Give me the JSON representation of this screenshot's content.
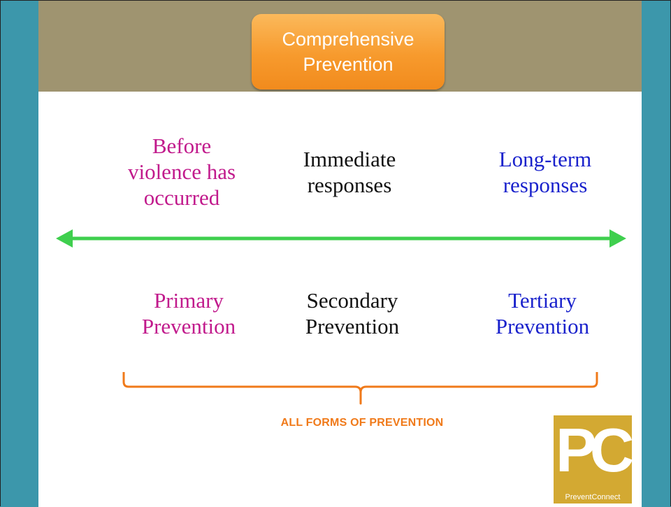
{
  "header": {
    "title_line1": "Comprehensive",
    "title_line2": "Prevention"
  },
  "timing": {
    "before": [
      "Before",
      "violence has",
      "occurred"
    ],
    "immediate": [
      "Immediate",
      "responses"
    ],
    "long_term": [
      "Long-term",
      "responses"
    ]
  },
  "levels": {
    "primary": [
      "Primary",
      "Prevention"
    ],
    "secondary": [
      "Secondary",
      "Prevention"
    ],
    "tertiary": [
      "Tertiary",
      "Prevention"
    ]
  },
  "bracket_label": "ALL FORMS OF PREVENTION",
  "logo": {
    "initials": "PC",
    "wordmark": "PreventConnect"
  },
  "colors": {
    "frame": "#3c97ab",
    "header": "#9f9470",
    "title_box": "#f79a2d",
    "magenta": "#c11a8c",
    "blue": "#1a22cc",
    "arrow": "#3fcf4e",
    "bracket": "#f07a1a",
    "logo": "#d3a932"
  }
}
